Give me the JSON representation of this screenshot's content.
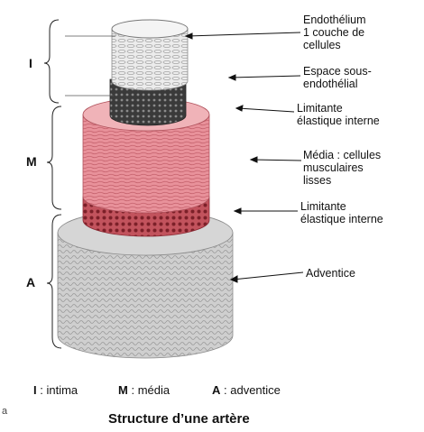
{
  "diagram": {
    "layers": [
      {
        "letter": "I",
        "name": "intima"
      },
      {
        "letter": "M",
        "name": "média"
      },
      {
        "letter": "A",
        "name": "adventice"
      }
    ],
    "labels": {
      "endothelium": "Endothélium\n1 couche de\ncellules",
      "subendothelial_space": "Espace sous-\nendothélial",
      "internal_elastic_1": "Limitante\nélastique interne",
      "media": "Média : cellules\nmusculaires\nlisses",
      "internal_elastic_2": "Limitante\nélastique interne",
      "adventitia": "Adventice"
    },
    "legend": {
      "i_key": "I",
      "i_value": ": intima",
      "m_key": "M",
      "m_value": ": média",
      "a_key": "A",
      "a_value": ": adventice"
    },
    "title": "Structure d’une artère",
    "margin_letter": "a",
    "colors": {
      "endothelium": "#e8e8e8",
      "subendothelial": "#3c3c3c",
      "media": "#e88f98",
      "elastic_dark": "#b8454f",
      "adventitia": "#c9c9c9"
    }
  }
}
